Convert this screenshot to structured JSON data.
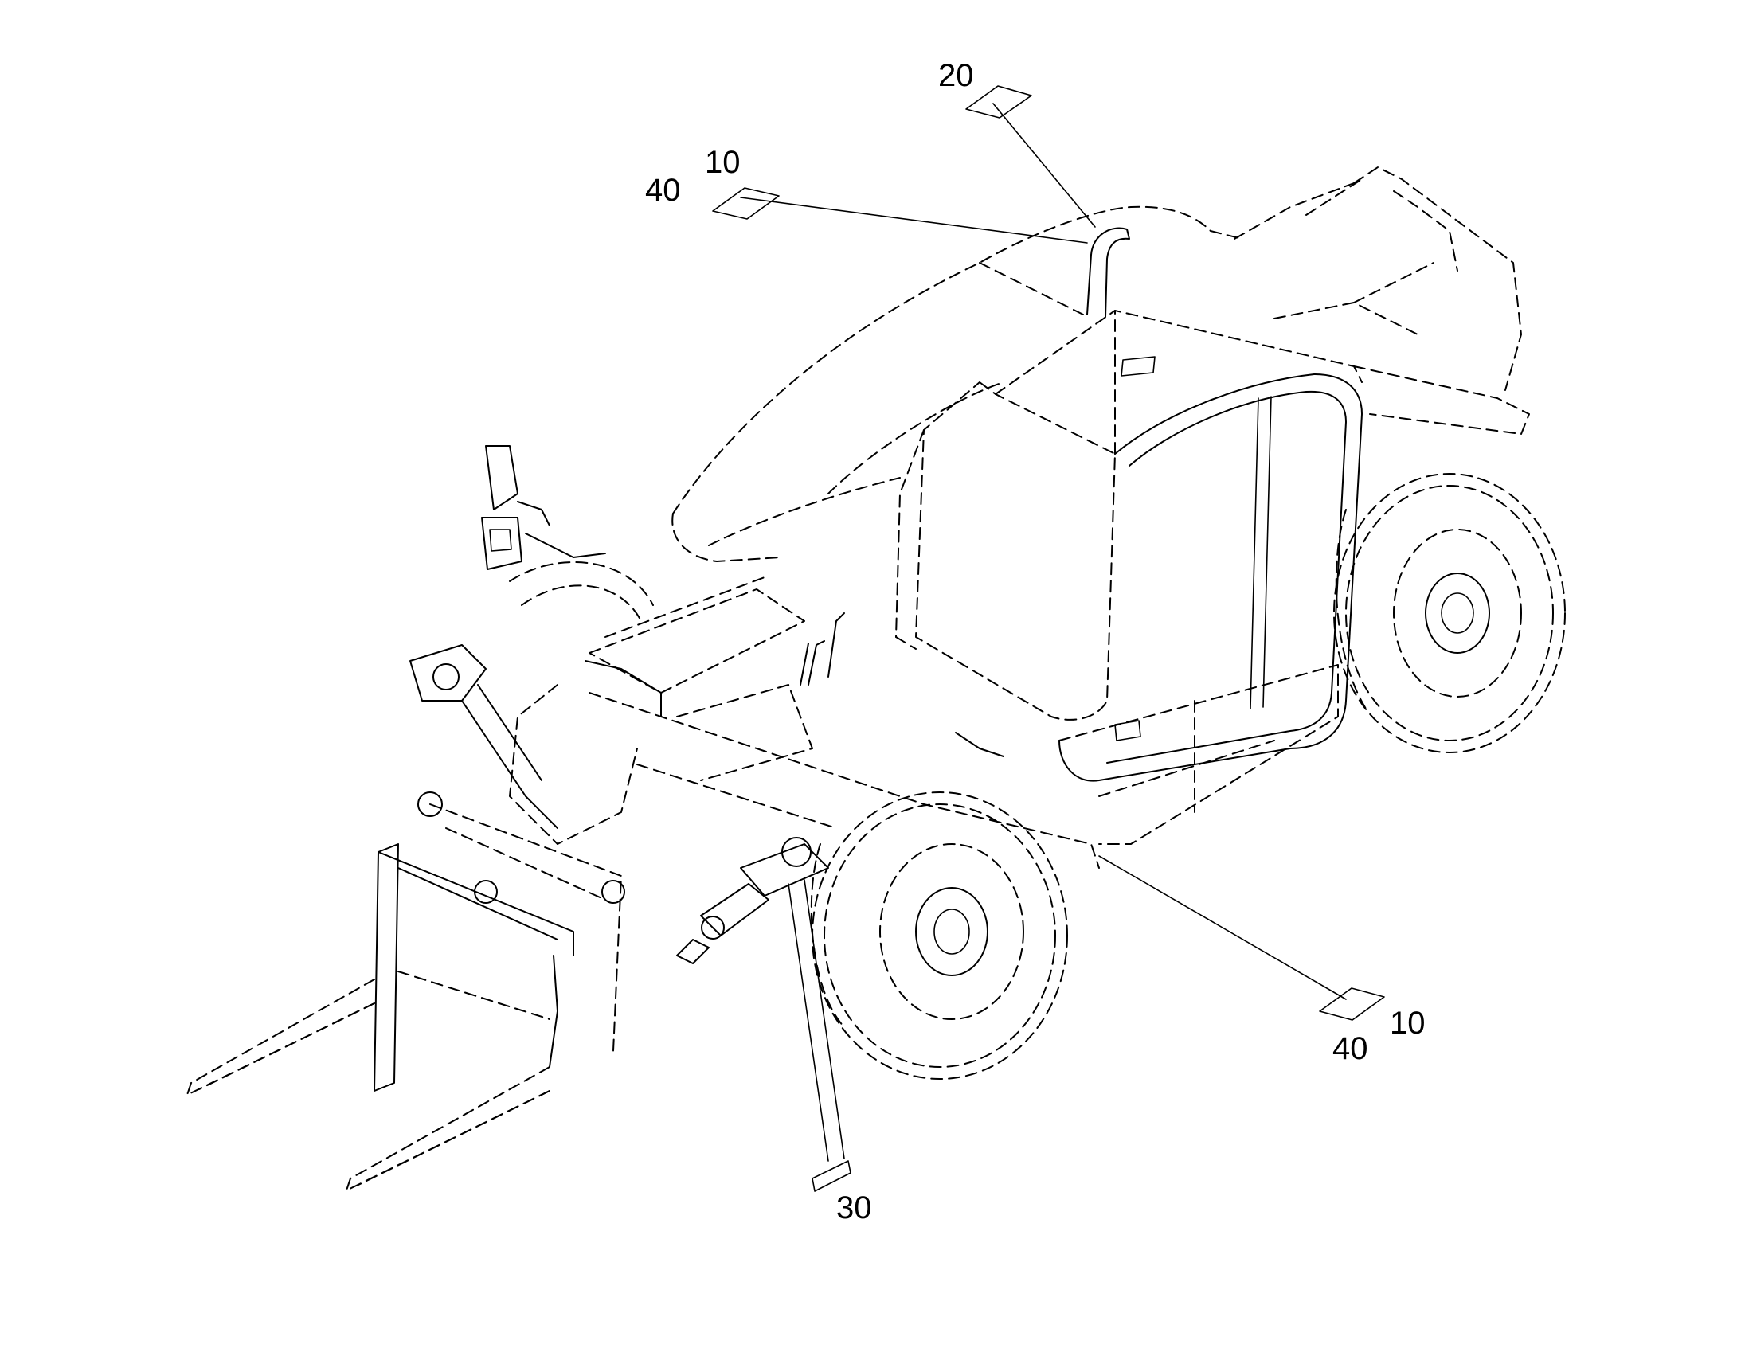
{
  "callouts": {
    "label_20": "20",
    "label_10_top": "10",
    "label_40_top": "40",
    "label_10_right": "10",
    "label_40_right": "40",
    "label_30": "30"
  },
  "colors": {
    "ink": "#000000",
    "paper": "#ffffff"
  }
}
